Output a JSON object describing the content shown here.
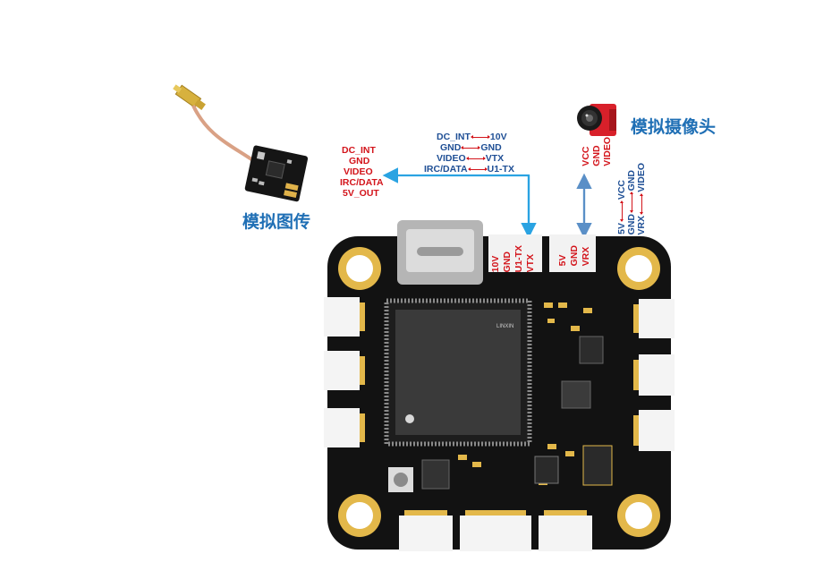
{
  "vtx": {
    "title": "模拟图传",
    "pins": [
      "DC_INT",
      "GND",
      "VIDEO",
      "IRC/DATA",
      "5V_OUT"
    ]
  },
  "camera": {
    "title": "模拟摄像头",
    "pins": [
      "VCC",
      "GND",
      "VIDEO"
    ]
  },
  "vtx_mapping": [
    {
      "from": "DC_INT",
      "to": "10V"
    },
    {
      "from": "GND",
      "to": "GND"
    },
    {
      "from": "VIDEO",
      "to": "VTX"
    },
    {
      "from": "IRC/DATA",
      "to": "U1-TX"
    }
  ],
  "cam_mapping": [
    {
      "from": "5V",
      "to": "VCC"
    },
    {
      "from": "GND",
      "to": "GND"
    },
    {
      "from": "VRX",
      "to": "VIDEO"
    }
  ],
  "board": {
    "vtx_port_pins": [
      "10V",
      "GND",
      "U1-TX",
      "VTX"
    ],
    "cam_port_pins": [
      "5V",
      "GND",
      "VRX"
    ],
    "chip_logo": "LINXIN"
  },
  "colors": {
    "title_blue": "#1f6fb5",
    "label_red": "#d3141b",
    "label_blue": "#1f4f95",
    "arrow_blue": "#2aa3e2",
    "pcb_black": "#121212",
    "pad_gold": "#e3b84a"
  }
}
